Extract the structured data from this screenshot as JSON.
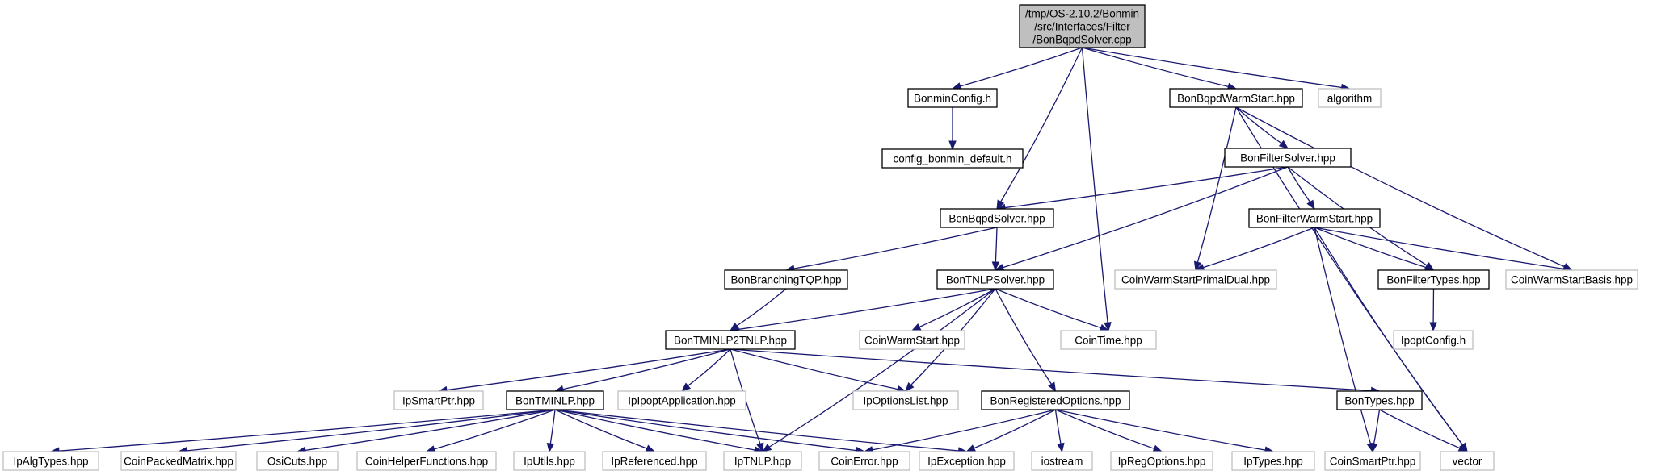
{
  "colors": {
    "edge": "#191970",
    "root_fill": "#bfbfbf",
    "external_border": "#bfbfbf",
    "internal_border": "#000000"
  },
  "nodes": [
    {
      "id": "root",
      "kind": "root",
      "lines": [
        "/tmp/OS-2.10.2/Bonmin",
        "/src/Interfaces/Filter",
        "/BonBqpdSolver.cpp"
      ]
    },
    {
      "id": "bonminconfig",
      "kind": "internal",
      "lines": [
        "BonminConfig.h"
      ]
    },
    {
      "id": "configdefault",
      "kind": "internal",
      "lines": [
        "config_bonmin_default.h"
      ]
    },
    {
      "id": "bqpdwarm",
      "kind": "internal",
      "lines": [
        "BonBqpdWarmStart.hpp"
      ]
    },
    {
      "id": "algorithm",
      "kind": "external",
      "lines": [
        "algorithm"
      ]
    },
    {
      "id": "filtersolver",
      "kind": "internal",
      "lines": [
        "BonFilterSolver.hpp"
      ]
    },
    {
      "id": "bqpdsolver",
      "kind": "internal",
      "lines": [
        "BonBqpdSolver.hpp"
      ]
    },
    {
      "id": "filterwarm",
      "kind": "internal",
      "lines": [
        "BonFilterWarmStart.hpp"
      ]
    },
    {
      "id": "branchingtqp",
      "kind": "internal",
      "lines": [
        "BonBranchingTQP.hpp"
      ]
    },
    {
      "id": "tnlpsolver",
      "kind": "internal",
      "lines": [
        "BonTNLPSolver.hpp"
      ]
    },
    {
      "id": "cwspd",
      "kind": "external",
      "lines": [
        "CoinWarmStartPrimalDual.hpp"
      ]
    },
    {
      "id": "filtertypes",
      "kind": "internal",
      "lines": [
        "BonFilterTypes.hpp"
      ]
    },
    {
      "id": "cwsbasis",
      "kind": "external",
      "lines": [
        "CoinWarmStartBasis.hpp"
      ]
    },
    {
      "id": "tminlp2tnlp",
      "kind": "internal",
      "lines": [
        "BonTMINLP2TNLP.hpp"
      ]
    },
    {
      "id": "coinwarmstart",
      "kind": "external",
      "lines": [
        "CoinWarmStart.hpp"
      ]
    },
    {
      "id": "cointime",
      "kind": "external",
      "lines": [
        "CoinTime.hpp"
      ]
    },
    {
      "id": "ipoptconfig",
      "kind": "external",
      "lines": [
        "IpoptConfig.h"
      ]
    },
    {
      "id": "ipsmartptr",
      "kind": "external",
      "lines": [
        "IpSmartPtr.hpp"
      ]
    },
    {
      "id": "tminlp",
      "kind": "internal",
      "lines": [
        "BonTMINLP.hpp"
      ]
    },
    {
      "id": "ipoptapp",
      "kind": "external",
      "lines": [
        "IpIpoptApplication.hpp"
      ]
    },
    {
      "id": "optionslist",
      "kind": "external",
      "lines": [
        "IpOptionsList.hpp"
      ]
    },
    {
      "id": "regoptions",
      "kind": "internal",
      "lines": [
        "BonRegisteredOptions.hpp"
      ]
    },
    {
      "id": "bontypes",
      "kind": "internal",
      "lines": [
        "BonTypes.hpp"
      ]
    },
    {
      "id": "ipalgtypes",
      "kind": "external",
      "lines": [
        "IpAlgTypes.hpp"
      ]
    },
    {
      "id": "coinpacked",
      "kind": "external",
      "lines": [
        "CoinPackedMatrix.hpp"
      ]
    },
    {
      "id": "osicuts",
      "kind": "external",
      "lines": [
        "OsiCuts.hpp"
      ]
    },
    {
      "id": "coinhelper",
      "kind": "external",
      "lines": [
        "CoinHelperFunctions.hpp"
      ]
    },
    {
      "id": "iputils",
      "kind": "external",
      "lines": [
        "IpUtils.hpp"
      ]
    },
    {
      "id": "ipreferenced",
      "kind": "external",
      "lines": [
        "IpReferenced.hpp"
      ]
    },
    {
      "id": "iptnlp",
      "kind": "external",
      "lines": [
        "IpTNLP.hpp"
      ]
    },
    {
      "id": "coinerror",
      "kind": "external",
      "lines": [
        "CoinError.hpp"
      ]
    },
    {
      "id": "ipexception",
      "kind": "external",
      "lines": [
        "IpException.hpp"
      ]
    },
    {
      "id": "iostream",
      "kind": "external",
      "lines": [
        "iostream"
      ]
    },
    {
      "id": "ipregoptions",
      "kind": "external",
      "lines": [
        "IpRegOptions.hpp"
      ]
    },
    {
      "id": "iptypes",
      "kind": "external",
      "lines": [
        "IpTypes.hpp"
      ]
    },
    {
      "id": "coinsmartptr",
      "kind": "external",
      "lines": [
        "CoinSmartPtr.hpp"
      ]
    },
    {
      "id": "vector",
      "kind": "external",
      "lines": [
        "vector"
      ]
    }
  ],
  "edges": [
    [
      "root",
      "bonminconfig"
    ],
    [
      "root",
      "bqpdwarm"
    ],
    [
      "root",
      "algorithm"
    ],
    [
      "root",
      "bqpdsolver"
    ],
    [
      "root",
      "cointime"
    ],
    [
      "bonminconfig",
      "configdefault"
    ],
    [
      "bqpdwarm",
      "filtersolver"
    ],
    [
      "bqpdwarm",
      "cwspd"
    ],
    [
      "bqpdwarm",
      "cwsbasis"
    ],
    [
      "bqpdwarm",
      "vector"
    ],
    [
      "filtersolver",
      "bqpdsolver"
    ],
    [
      "filtersolver",
      "tnlpsolver"
    ],
    [
      "filtersolver",
      "filterwarm"
    ],
    [
      "filtersolver",
      "filtertypes"
    ],
    [
      "filterwarm",
      "cwspd"
    ],
    [
      "filterwarm",
      "filtertypes"
    ],
    [
      "filterwarm",
      "cwsbasis"
    ],
    [
      "filterwarm",
      "coinsmartptr"
    ],
    [
      "filterwarm",
      "vector"
    ],
    [
      "filtertypes",
      "ipoptconfig"
    ],
    [
      "bqpdsolver",
      "branchingtqp"
    ],
    [
      "bqpdsolver",
      "tnlpsolver"
    ],
    [
      "branchingtqp",
      "tminlp2tnlp"
    ],
    [
      "tnlpsolver",
      "tminlp2tnlp"
    ],
    [
      "tnlpsolver",
      "coinwarmstart"
    ],
    [
      "tnlpsolver",
      "cointime"
    ],
    [
      "tnlpsolver",
      "optionslist"
    ],
    [
      "tnlpsolver",
      "regoptions"
    ],
    [
      "tnlpsolver",
      "iptnlp"
    ],
    [
      "tminlp2tnlp",
      "ipsmartptr"
    ],
    [
      "tminlp2tnlp",
      "tminlp"
    ],
    [
      "tminlp2tnlp",
      "ipoptapp"
    ],
    [
      "tminlp2tnlp",
      "optionslist"
    ],
    [
      "tminlp2tnlp",
      "iptnlp"
    ],
    [
      "tminlp2tnlp",
      "bontypes"
    ],
    [
      "tminlp",
      "ipalgtypes"
    ],
    [
      "tminlp",
      "coinpacked"
    ],
    [
      "tminlp",
      "osicuts"
    ],
    [
      "tminlp",
      "coinhelper"
    ],
    [
      "tminlp",
      "iputils"
    ],
    [
      "tminlp",
      "ipreferenced"
    ],
    [
      "tminlp",
      "iptnlp"
    ],
    [
      "tminlp",
      "coinerror"
    ],
    [
      "tminlp",
      "ipexception"
    ],
    [
      "regoptions",
      "coinerror"
    ],
    [
      "regoptions",
      "ipexception"
    ],
    [
      "regoptions",
      "iostream"
    ],
    [
      "regoptions",
      "ipregoptions"
    ],
    [
      "regoptions",
      "iptypes"
    ],
    [
      "bontypes",
      "coinsmartptr"
    ],
    [
      "bontypes",
      "vector"
    ]
  ]
}
